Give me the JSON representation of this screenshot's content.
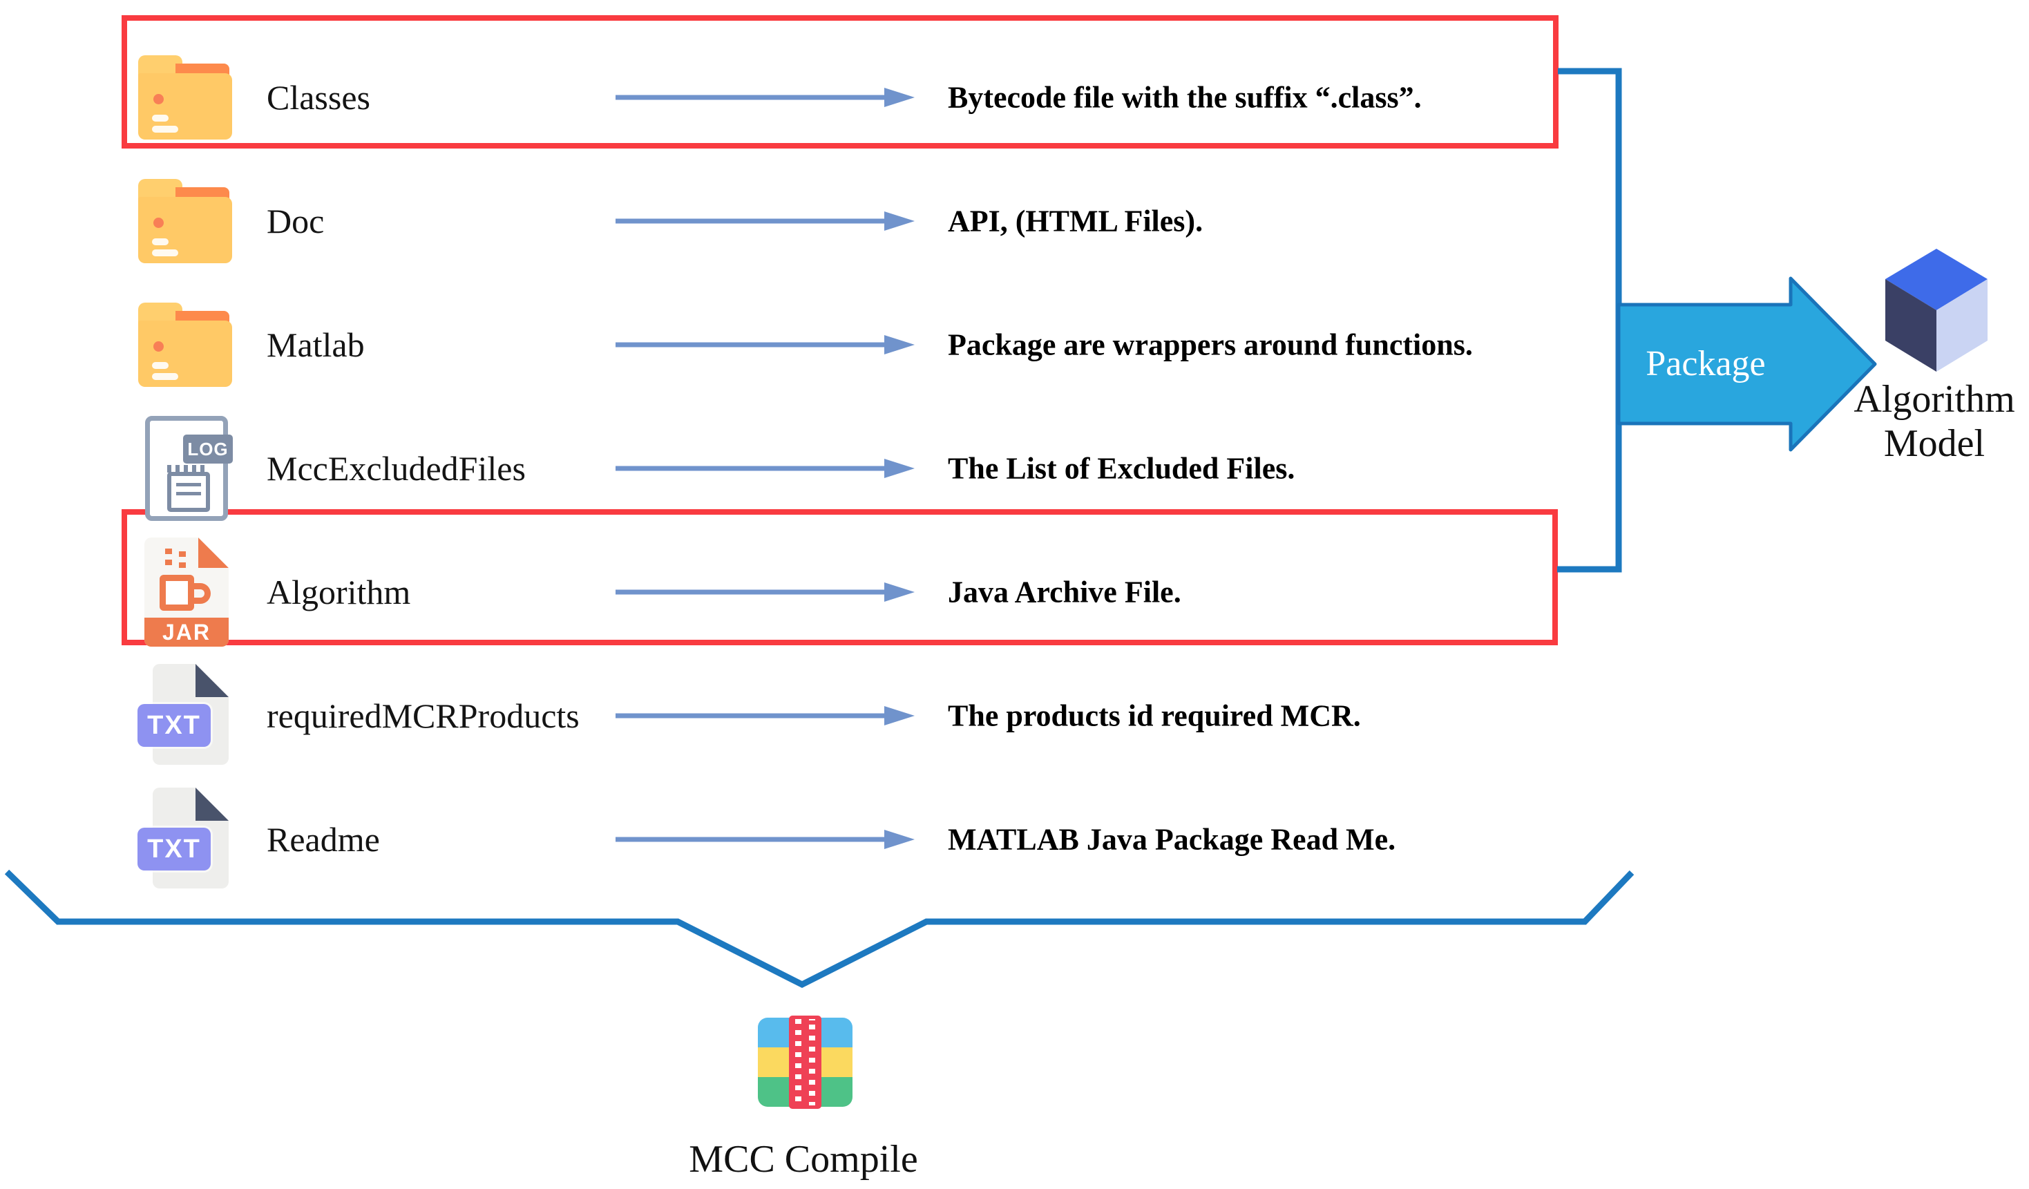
{
  "diagram": {
    "rows": [
      {
        "icon": "folder",
        "label": "Classes",
        "description": "Bytecode file with the suffix “.class”.",
        "highlighted": true
      },
      {
        "icon": "folder",
        "label": "Doc",
        "description": "API, (HTML Files).",
        "highlighted": false
      },
      {
        "icon": "folder",
        "label": "Matlab",
        "description": "Package are wrappers around functions.",
        "highlighted": false
      },
      {
        "icon": "log",
        "label": "MccExcludedFiles",
        "description": "The List of Excluded Files.",
        "highlighted": false
      },
      {
        "icon": "jar",
        "label": "Algorithm",
        "description": "Java Archive File.",
        "highlighted": true
      },
      {
        "icon": "txt",
        "label": "requiredMCRProducts",
        "description": "The products id required MCR.",
        "highlighted": false
      },
      {
        "icon": "txt",
        "label": "Readme",
        "description": "MATLAB Java Package Read Me.",
        "highlighted": false
      }
    ],
    "icon_badges": {
      "log": "LOG",
      "jar": "JAR",
      "txt": "TXT"
    },
    "package_arrow_label": "Package",
    "output_label_line1": "Algorithm",
    "output_label_line2": "Model",
    "compile_label": "MCC Compile",
    "colors": {
      "red_box": "#f93b40",
      "connector": "#1d79c0",
      "arrow_blue": "#7093cc",
      "package_fill": "#29a6de",
      "package_stroke": "#1a74ba",
      "cube_top": "#3e6be9",
      "cube_left": "#3a4065",
      "cube_right": "#cad4f3",
      "folder_yellow": "#ffc966",
      "folder_orange": "#fd8a4c",
      "log_gray": "#7d8ca4",
      "jar_orange": "#ee7b4d",
      "txt_purple": "#8e92f1",
      "txt_fold": "#49536b",
      "zip_blue": "#58bbed",
      "zip_yellow": "#fbd95f",
      "zip_green": "#4ec287",
      "zip_red": "#ef4155"
    }
  }
}
